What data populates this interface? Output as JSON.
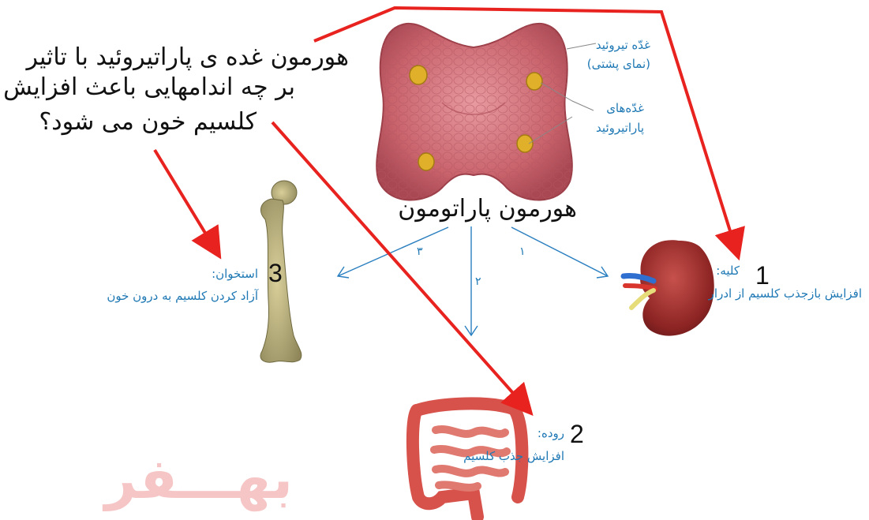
{
  "question": {
    "line1": "هورمون غده ی پاراتیروئید با تاثیر",
    "line2": "بر چه اندامهایی باعث افزایش",
    "line3": "کلسیم خون می شود؟"
  },
  "center_label": "هورمون پاراتومون",
  "thyroid": {
    "label1_line1": "غدّه تیروئید",
    "label1_line2": "(نمای پشتی)",
    "label2_line1": "غدّه‌های",
    "label2_line2": "پاراتیروئید"
  },
  "branch_numbers": {
    "b1": "۱",
    "b2": "۲",
    "b3": "۳"
  },
  "kidney": {
    "number": "1",
    "title": "کلیه:",
    "effect": "افزایش بازجذب کلسیم از ادرار"
  },
  "intestine": {
    "number": "2",
    "title": "روده:",
    "effect": "افزایش جذب کلسیم"
  },
  "bone": {
    "number": "3",
    "title": "استخوان:",
    "effect": "آزاد کردن کلسیم به درون خون"
  },
  "watermark": "بهـــفر",
  "colors": {
    "arrow_red": "#e8231f",
    "arrow_blue": "#2a7fc0",
    "label_blue": "#1e78b4",
    "watermark": "#f6c6c6"
  }
}
